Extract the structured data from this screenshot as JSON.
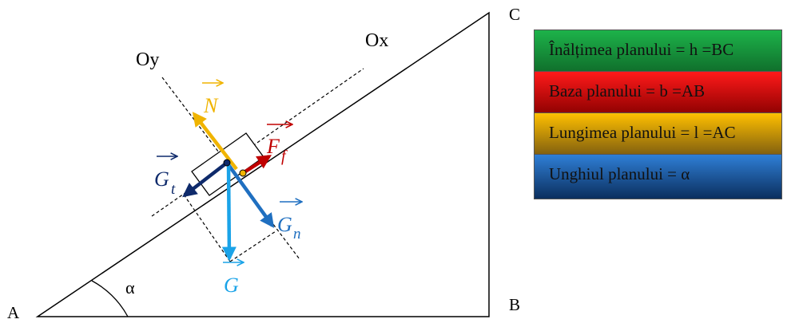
{
  "points": {
    "A": "A",
    "B": "B",
    "C": "C"
  },
  "axes": {
    "ox": "Ox",
    "oy": "Oy"
  },
  "angle": "α",
  "forces": {
    "normal": {
      "letter": "N",
      "color": "#f0b400"
    },
    "friction": {
      "letter": "F",
      "sub": "f",
      "color": "#c00000"
    },
    "tangential": {
      "letter": "G",
      "sub": "t",
      "color": "#0e2a6b"
    },
    "normal_component": {
      "letter": "G",
      "sub": "n",
      "color": "#1f6fc0"
    },
    "weight": {
      "letter": "G",
      "color": "#1aa3e8"
    }
  },
  "legend": [
    {
      "label": "Înălțimea planului = h =BC"
    },
    {
      "label": "Baza planului = b =AB"
    },
    {
      "label": "Lungimea planului = l =AC"
    },
    {
      "label": "Unghiul planului = α"
    }
  ]
}
